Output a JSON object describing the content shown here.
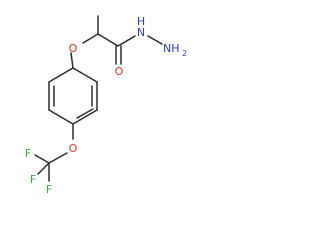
{
  "molecule": {
    "atom_labels": {
      "carbonyl_oxygen": "O",
      "hydrazide_nh": "N",
      "hydrazide_nh_h": "H",
      "hydrazide_nh2": "NH",
      "hydrazide_nh2_sub": "2",
      "ether_oxygen": "O",
      "aryl_ether_oxygen": "O",
      "fluorine_1": "F",
      "fluorine_2": "F",
      "fluorine_3": "F"
    },
    "colors": {
      "bond": "#2b2b2b",
      "oxygen": "#e8342b",
      "nitrogen": "#2b3bd6",
      "fluorine": "#3ea83a"
    }
  }
}
